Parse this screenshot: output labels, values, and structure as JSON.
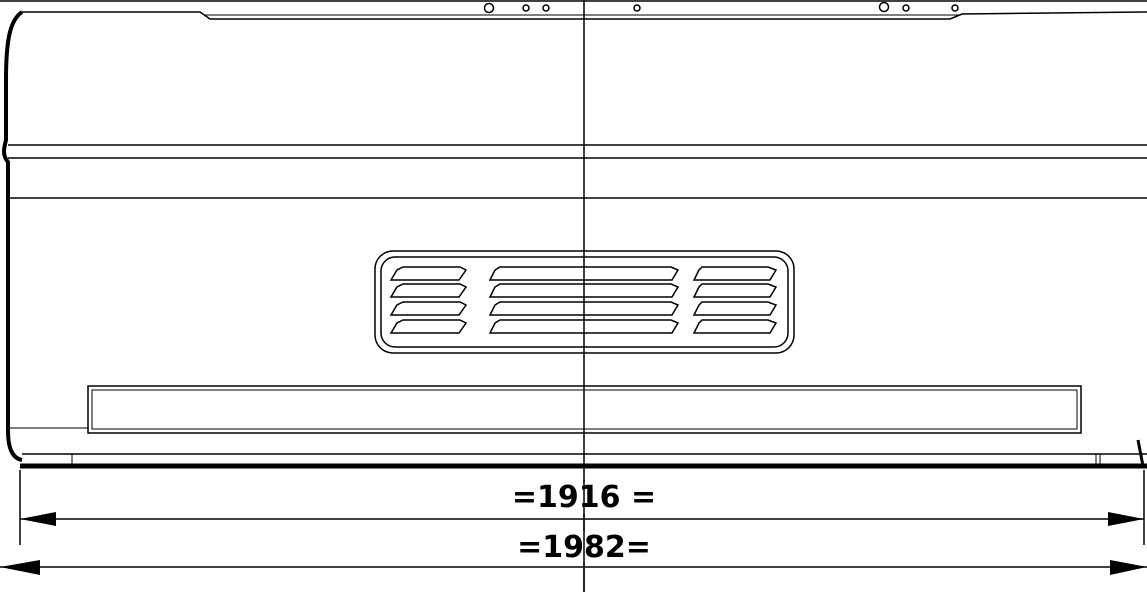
{
  "dimensions": [
    {
      "id": "inner",
      "label": "=1916 ="
    },
    {
      "id": "outer",
      "label": "=1982="
    }
  ],
  "colors": {
    "line": "#000000",
    "background": "#ffffff"
  }
}
